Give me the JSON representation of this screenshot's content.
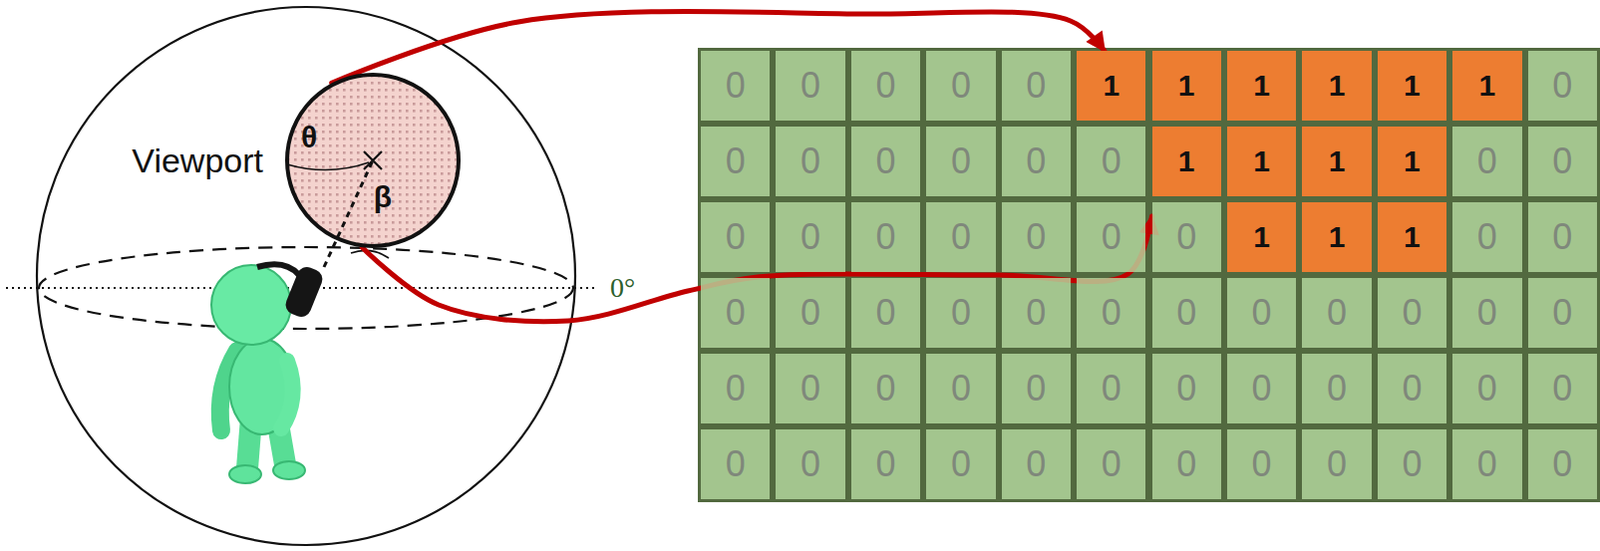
{
  "diagram": {
    "nodes": [
      {
        "text": [
          "Viewport",
          "θ",
          "β"
        ]
      },
      {
        "text": [
          "0"
        ]
      },
      {
        "text": [
          "0"
        ]
      },
      {
        "text": [
          "0"
        ]
      },
      {
        "text": [
          "0"
        ]
      },
      {
        "text": [
          "0"
        ]
      },
      {
        "text": [
          "1"
        ]
      },
      {
        "text": [
          "1"
        ]
      },
      {
        "text": [
          "1"
        ]
      },
      {
        "text": [
          "1"
        ]
      },
      {
        "text": [
          "1"
        ]
      },
      {
        "text": [
          "1"
        ]
      },
      {
        "text": [
          "0"
        ]
      },
      {
        "text": [
          "0"
        ]
      },
      {
        "text": [
          "0"
        ]
      },
      {
        "text": [
          "0"
        ]
      },
      {
        "text": [
          "0"
        ]
      },
      {
        "text": [
          "0"
        ]
      },
      {
        "text": [
          "0"
        ]
      },
      {
        "text": [
          "1"
        ]
      },
      {
        "text": [
          "1"
        ]
      },
      {
        "text": [
          "1"
        ]
      },
      {
        "text": [
          "1"
        ]
      },
      {
        "text": [
          "0"
        ]
      },
      {
        "text": [
          "0"
        ]
      },
      {
        "text": [
          "0"
        ]
      },
      {
        "text": [
          "0"
        ]
      },
      {
        "text": [
          "0"
        ]
      },
      {
        "text": [
          "0"
        ]
      },
      {
        "text": [
          "0"
        ]
      },
      {
        "text": [
          "0"
        ]
      },
      {
        "text": [
          "0"
        ]
      },
      {
        "text": [
          "1"
        ]
      },
      {
        "text": [
          "1"
        ]
      },
      {
        "text": [
          "1"
        ]
      },
      {
        "text": [
          "0"
        ]
      },
      {
        "text": [
          "0"
        ]
      },
      {
        "text": [
          "0"
        ]
      },
      {
        "text": [
          "0"
        ]
      },
      {
        "text": [
          "0"
        ]
      },
      {
        "text": [
          "0"
        ]
      },
      {
        "text": [
          "0"
        ]
      },
      {
        "text": [
          "0"
        ]
      },
      {
        "text": [
          "0"
        ]
      },
      {
        "text": [
          "0"
        ]
      },
      {
        "text": [
          "0"
        ]
      },
      {
        "text": [
          "0"
        ]
      },
      {
        "text": [
          "0"
        ]
      },
      {
        "text": [
          "0"
        ]
      },
      {
        "text": [
          "0"
        ]
      },
      {
        "text": [
          "0"
        ]
      },
      {
        "text": [
          "0"
        ]
      },
      {
        "text": [
          "0"
        ]
      },
      {
        "text": [
          "0"
        ]
      },
      {
        "text": [
          "0"
        ]
      },
      {
        "text": [
          "0"
        ]
      },
      {
        "text": [
          "0"
        ]
      },
      {
        "text": [
          "0"
        ]
      },
      {
        "text": [
          "0"
        ]
      },
      {
        "text": [
          "0"
        ]
      },
      {
        "text": [
          "0"
        ]
      },
      {
        "text": [
          "0"
        ]
      },
      {
        "text": [
          "0"
        ]
      },
      {
        "text": [
          "0"
        ]
      },
      {
        "text": [
          "0"
        ]
      },
      {
        "text": [
          "0"
        ]
      },
      {
        "text": [
          "0"
        ]
      },
      {
        "text": [
          "0"
        ]
      },
      {
        "text": [
          "0"
        ]
      },
      {
        "text": [
          "0"
        ]
      },
      {
        "text": [
          "0"
        ]
      },
      {
        "text": [
          "0"
        ]
      },
      {
        "text": [
          "0"
        ]
      }
    ],
    "edges": [
      {
        "from": 0,
        "to": 6,
        "arrow": "to"
      },
      {
        "from": 0,
        "to": 31,
        "arrow": "to"
      }
    ],
    "labels": [
      "0°"
    ]
  }
}
